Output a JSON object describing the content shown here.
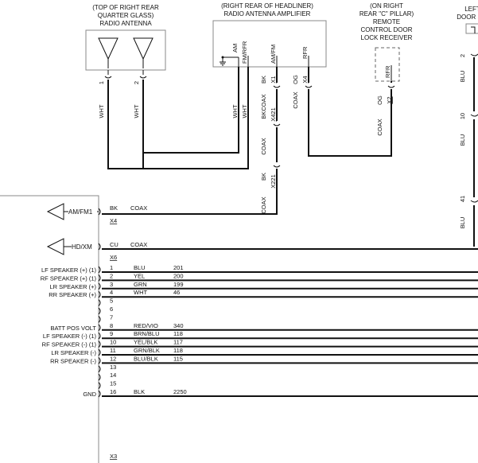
{
  "components": {
    "glass_antenna": {
      "lines": [
        "(TOP OF RIGHT REAR",
        "QUARTER GLASS)",
        "RADIO ANTENNA"
      ],
      "pins": [
        "1",
        "2"
      ]
    },
    "amplifier": {
      "lines": [
        "(RIGHT REAR OF HEADLINER)",
        "RADIO ANTENNA AMPLIFIER"
      ],
      "terminals": [
        "AM",
        "FM/RFR",
        "AM/FM",
        "RFR"
      ]
    },
    "receiver": {
      "lines": [
        "(ON RIGHT",
        "REAR \"C\" PILLAR)",
        "REMOTE",
        "CONTROL DOOR",
        "LOCK RECEIVER"
      ],
      "terminal": "RFR"
    },
    "door": {
      "lines": [
        "LEFT",
        "DOOR S"
      ]
    }
  },
  "antenna_wires": {
    "wht1": "WHT",
    "wht2": "WHT",
    "wht3": "WHT",
    "wht4": "WHT",
    "bk1": "BK",
    "x1": "X1",
    "og1": "OG",
    "x4top": "X4",
    "bkcoax": "BKCOAX",
    "x421": "X421",
    "coax1": "COAX",
    "coax_og": "COAX",
    "coax_mid": "COAX",
    "bk2": "BK",
    "x221": "X221",
    "coax_bottom": "COAX",
    "og2": "OG",
    "x2": "X2",
    "coax_recv": "COAX"
  },
  "door_wires": [
    {
      "color": "BLU",
      "pin": "2"
    },
    {
      "color": "BLU",
      "pin": "10"
    },
    {
      "color": "BLU",
      "pin": "41"
    }
  ],
  "radio_inputs": [
    {
      "label": "AM/FM1",
      "color": "BK",
      "type": "COAX",
      "conn": "X4"
    },
    {
      "label": "HD/XM",
      "color": "CU",
      "type": "COAX",
      "conn": "X6"
    }
  ],
  "radio_pins": [
    {
      "label": "LF SPEAKER (+) (1)",
      "pin": "1",
      "color": "BLU",
      "circuit": "201"
    },
    {
      "label": "RF SPEAKER (+) (1)",
      "pin": "2",
      "color": "YEL",
      "circuit": "200"
    },
    {
      "label": "LR SPEAKER (+)",
      "pin": "3",
      "color": "GRN",
      "circuit": "199"
    },
    {
      "label": "RR SPEAKER (+)",
      "pin": "4",
      "color": "WHT",
      "circuit": "46"
    },
    {
      "label": "",
      "pin": "5",
      "color": "",
      "circuit": ""
    },
    {
      "label": "",
      "pin": "6",
      "color": "",
      "circuit": ""
    },
    {
      "label": "",
      "pin": "7",
      "color": "",
      "circuit": ""
    },
    {
      "label": "BATT POS VOLT",
      "pin": "8",
      "color": "RED/VIO",
      "circuit": "340"
    },
    {
      "label": "LF SPEAKER (-) (1)",
      "pin": "9",
      "color": "BRN/BLU",
      "circuit": "118"
    },
    {
      "label": "RF SPEAKER (-) (1)",
      "pin": "10",
      "color": "YEL/BLK",
      "circuit": "117"
    },
    {
      "label": "LR SPEAKER (-)",
      "pin": "11",
      "color": "GRN/BLK",
      "circuit": "118"
    },
    {
      "label": "RR SPEAKER (-)",
      "pin": "12",
      "color": "BLU/BLK",
      "circuit": "115"
    },
    {
      "label": "",
      "pin": "13",
      "color": "",
      "circuit": ""
    },
    {
      "label": "",
      "pin": "14",
      "color": "",
      "circuit": ""
    },
    {
      "label": "",
      "pin": "15",
      "color": "",
      "circuit": ""
    },
    {
      "label": "GND",
      "pin": "16",
      "color": "BLK",
      "circuit": "2250"
    }
  ],
  "ground_conn": "X3"
}
